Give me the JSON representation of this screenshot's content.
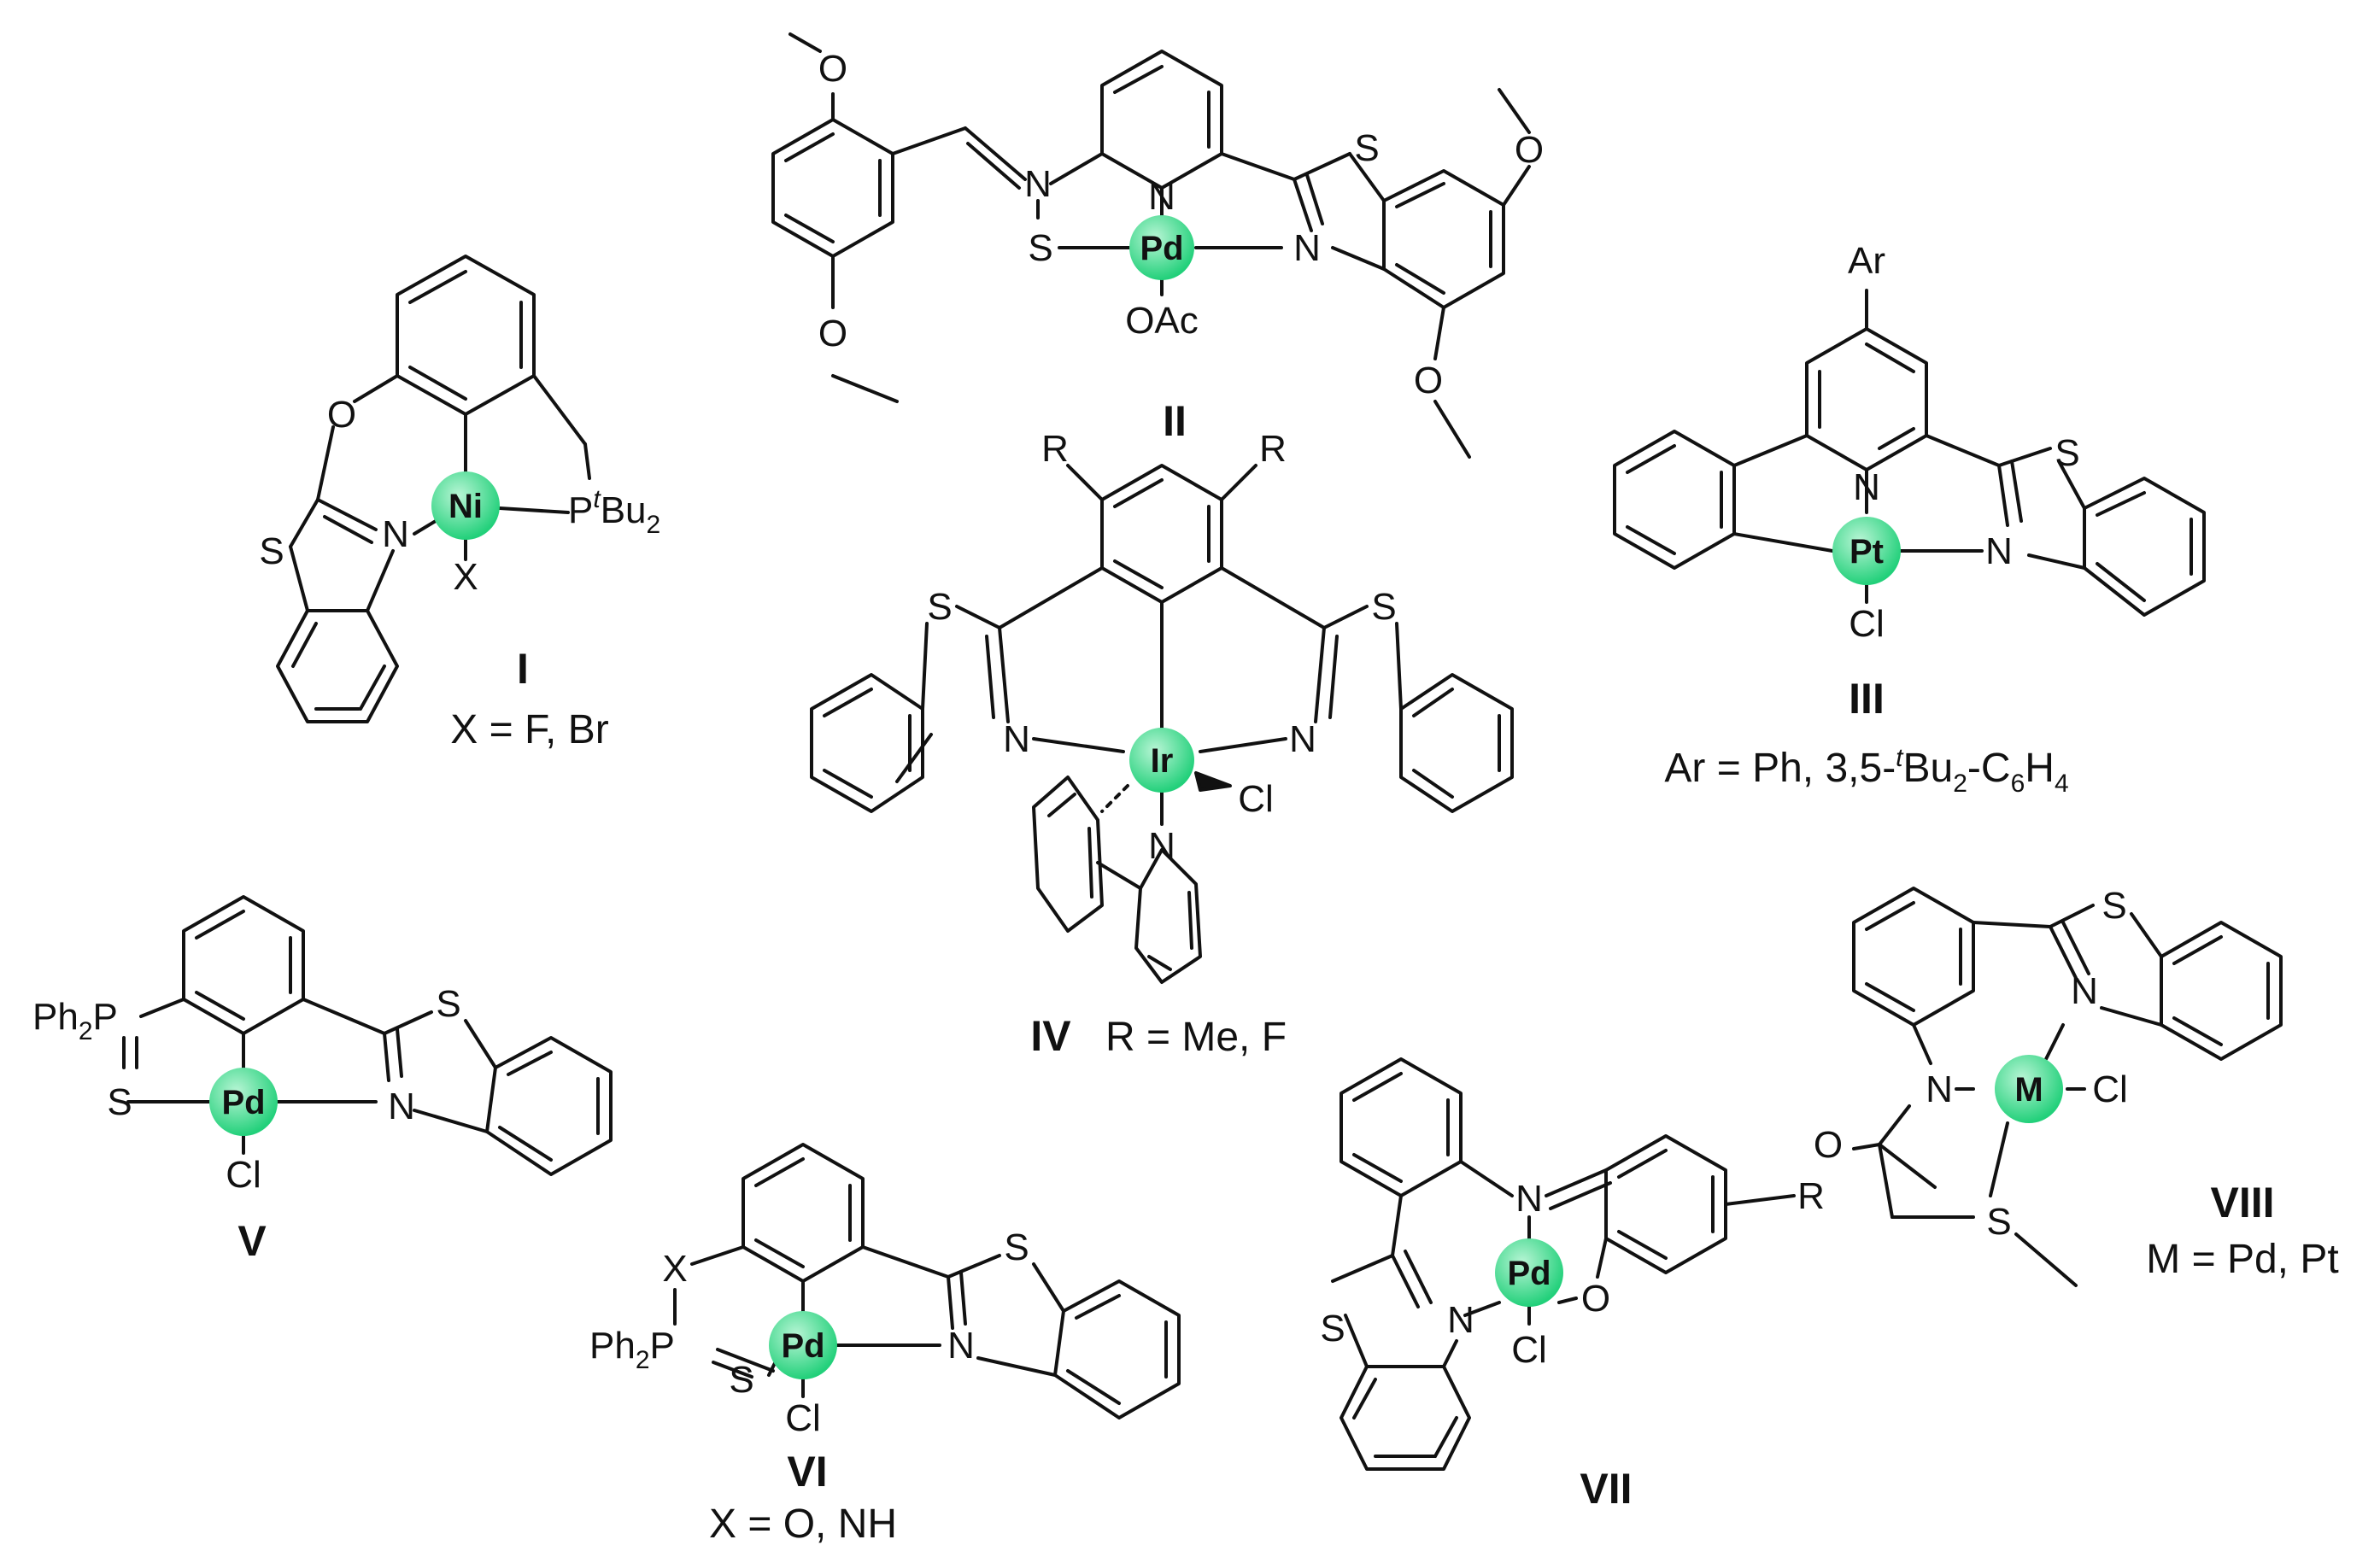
{
  "colors": {
    "metal_fill": "#22d07a",
    "metal_core": "#b8f5d5",
    "bond": "#111111"
  },
  "compounds": {
    "I": {
      "roman": "I",
      "metal": "Ni",
      "caption": "X = F,  Br",
      "x_label": "X",
      "o_label": "O",
      "s_label": "S",
      "n_label": "N",
      "p_label": "P",
      "t_sup": "t",
      "bu_label": "Bu",
      "two_sub": "2"
    },
    "II": {
      "roman": "II",
      "metal": "Pd",
      "oac": "OAc",
      "o1": "O",
      "o2": "O",
      "o3": "O",
      "o4": "O",
      "n_imine": "N",
      "s_bridge": "S",
      "n_py": "N",
      "n_bt": "N",
      "s_bt": "S"
    },
    "III": {
      "roman": "III",
      "metal": "Pt",
      "ar": "Ar",
      "cl": "Cl",
      "n_py": "N",
      "n_bt": "N",
      "s_bt": "S",
      "cap_pre": "Ar = Ph, 3,5-",
      "cap_t": "t",
      "cap_bu": "Bu",
      "cap_2": "2",
      "cap_c": "-C",
      "cap_6": "6",
      "cap_h": "H",
      "cap_4": "4"
    },
    "IV": {
      "roman": "IV",
      "metal": "Ir",
      "caption": "R = Me, F",
      "r1": "R",
      "r2": "R",
      "s1": "S",
      "s2": "S",
      "n1": "N",
      "n2": "N",
      "n3": "N",
      "cl": "Cl"
    },
    "V": {
      "roman": "V",
      "metal": "Pd",
      "ph": "Ph",
      "two": "2",
      "p": "P",
      "s_thio": "S",
      "cl": "Cl",
      "n": "N",
      "s_bt": "S"
    },
    "VI": {
      "roman": "VI",
      "metal": "Pd",
      "caption": "X = O, NH",
      "x": "X",
      "ph": "Ph",
      "two": "2",
      "p": "P",
      "s_thio": "S",
      "cl": "Cl",
      "n": "N",
      "s_bt": "S"
    },
    "VII": {
      "roman": "VII",
      "metal": "Pd",
      "n_imine": "N",
      "o": "O",
      "r": "R",
      "cl": "Cl",
      "n_bt": "N",
      "s_bt": "S"
    },
    "VIII": {
      "roman": "VIII",
      "metal": "M",
      "caption": "M = Pd, Pt",
      "o": "O",
      "n_amide": "N",
      "cl": "Cl",
      "s_thio": "S",
      "n_bt": "N",
      "s_bt": "S"
    }
  }
}
